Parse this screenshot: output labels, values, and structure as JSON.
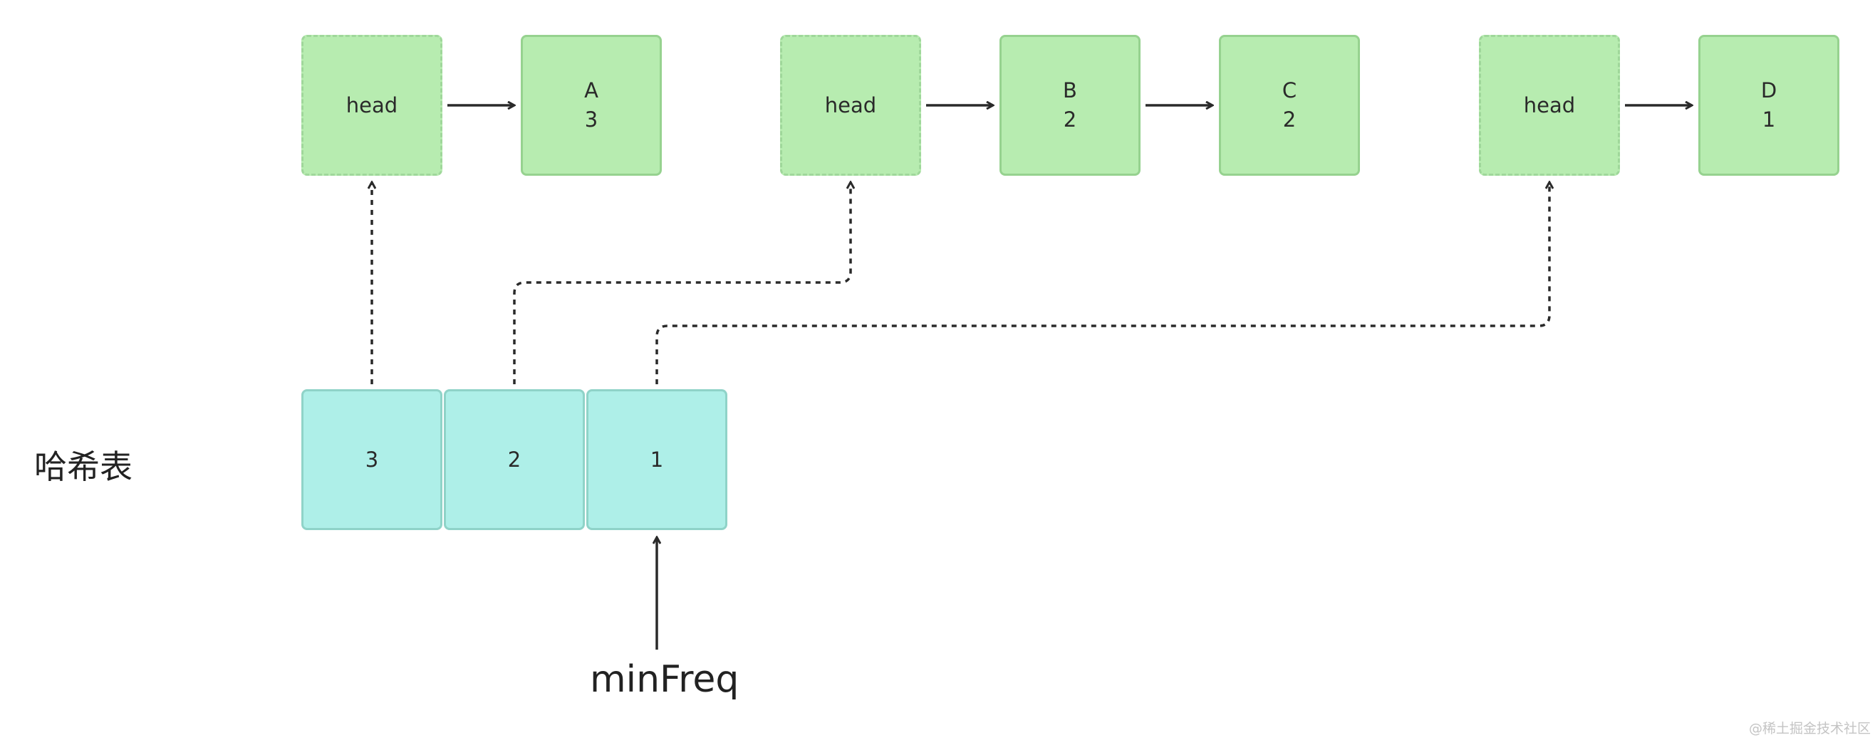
{
  "lists": [
    {
      "head": "head",
      "nodes": [
        {
          "key": "A",
          "freq": "3"
        }
      ]
    },
    {
      "head": "head",
      "nodes": [
        {
          "key": "B",
          "freq": "2"
        },
        {
          "key": "C",
          "freq": "2"
        }
      ]
    },
    {
      "head": "head",
      "nodes": [
        {
          "key": "D",
          "freq": "1"
        }
      ]
    }
  ],
  "hash_table": {
    "label": "哈希表",
    "buckets": [
      "3",
      "2",
      "1"
    ]
  },
  "min_freq_label": "minFreq",
  "watermark": "@稀土掘金技术社区",
  "colors": {
    "node_fill": "#b7ecb0",
    "node_border": "#96d28f",
    "bucket_fill": "#aeefe8",
    "bucket_border": "#8fd3c8",
    "arrow": "#2a2a2a"
  }
}
